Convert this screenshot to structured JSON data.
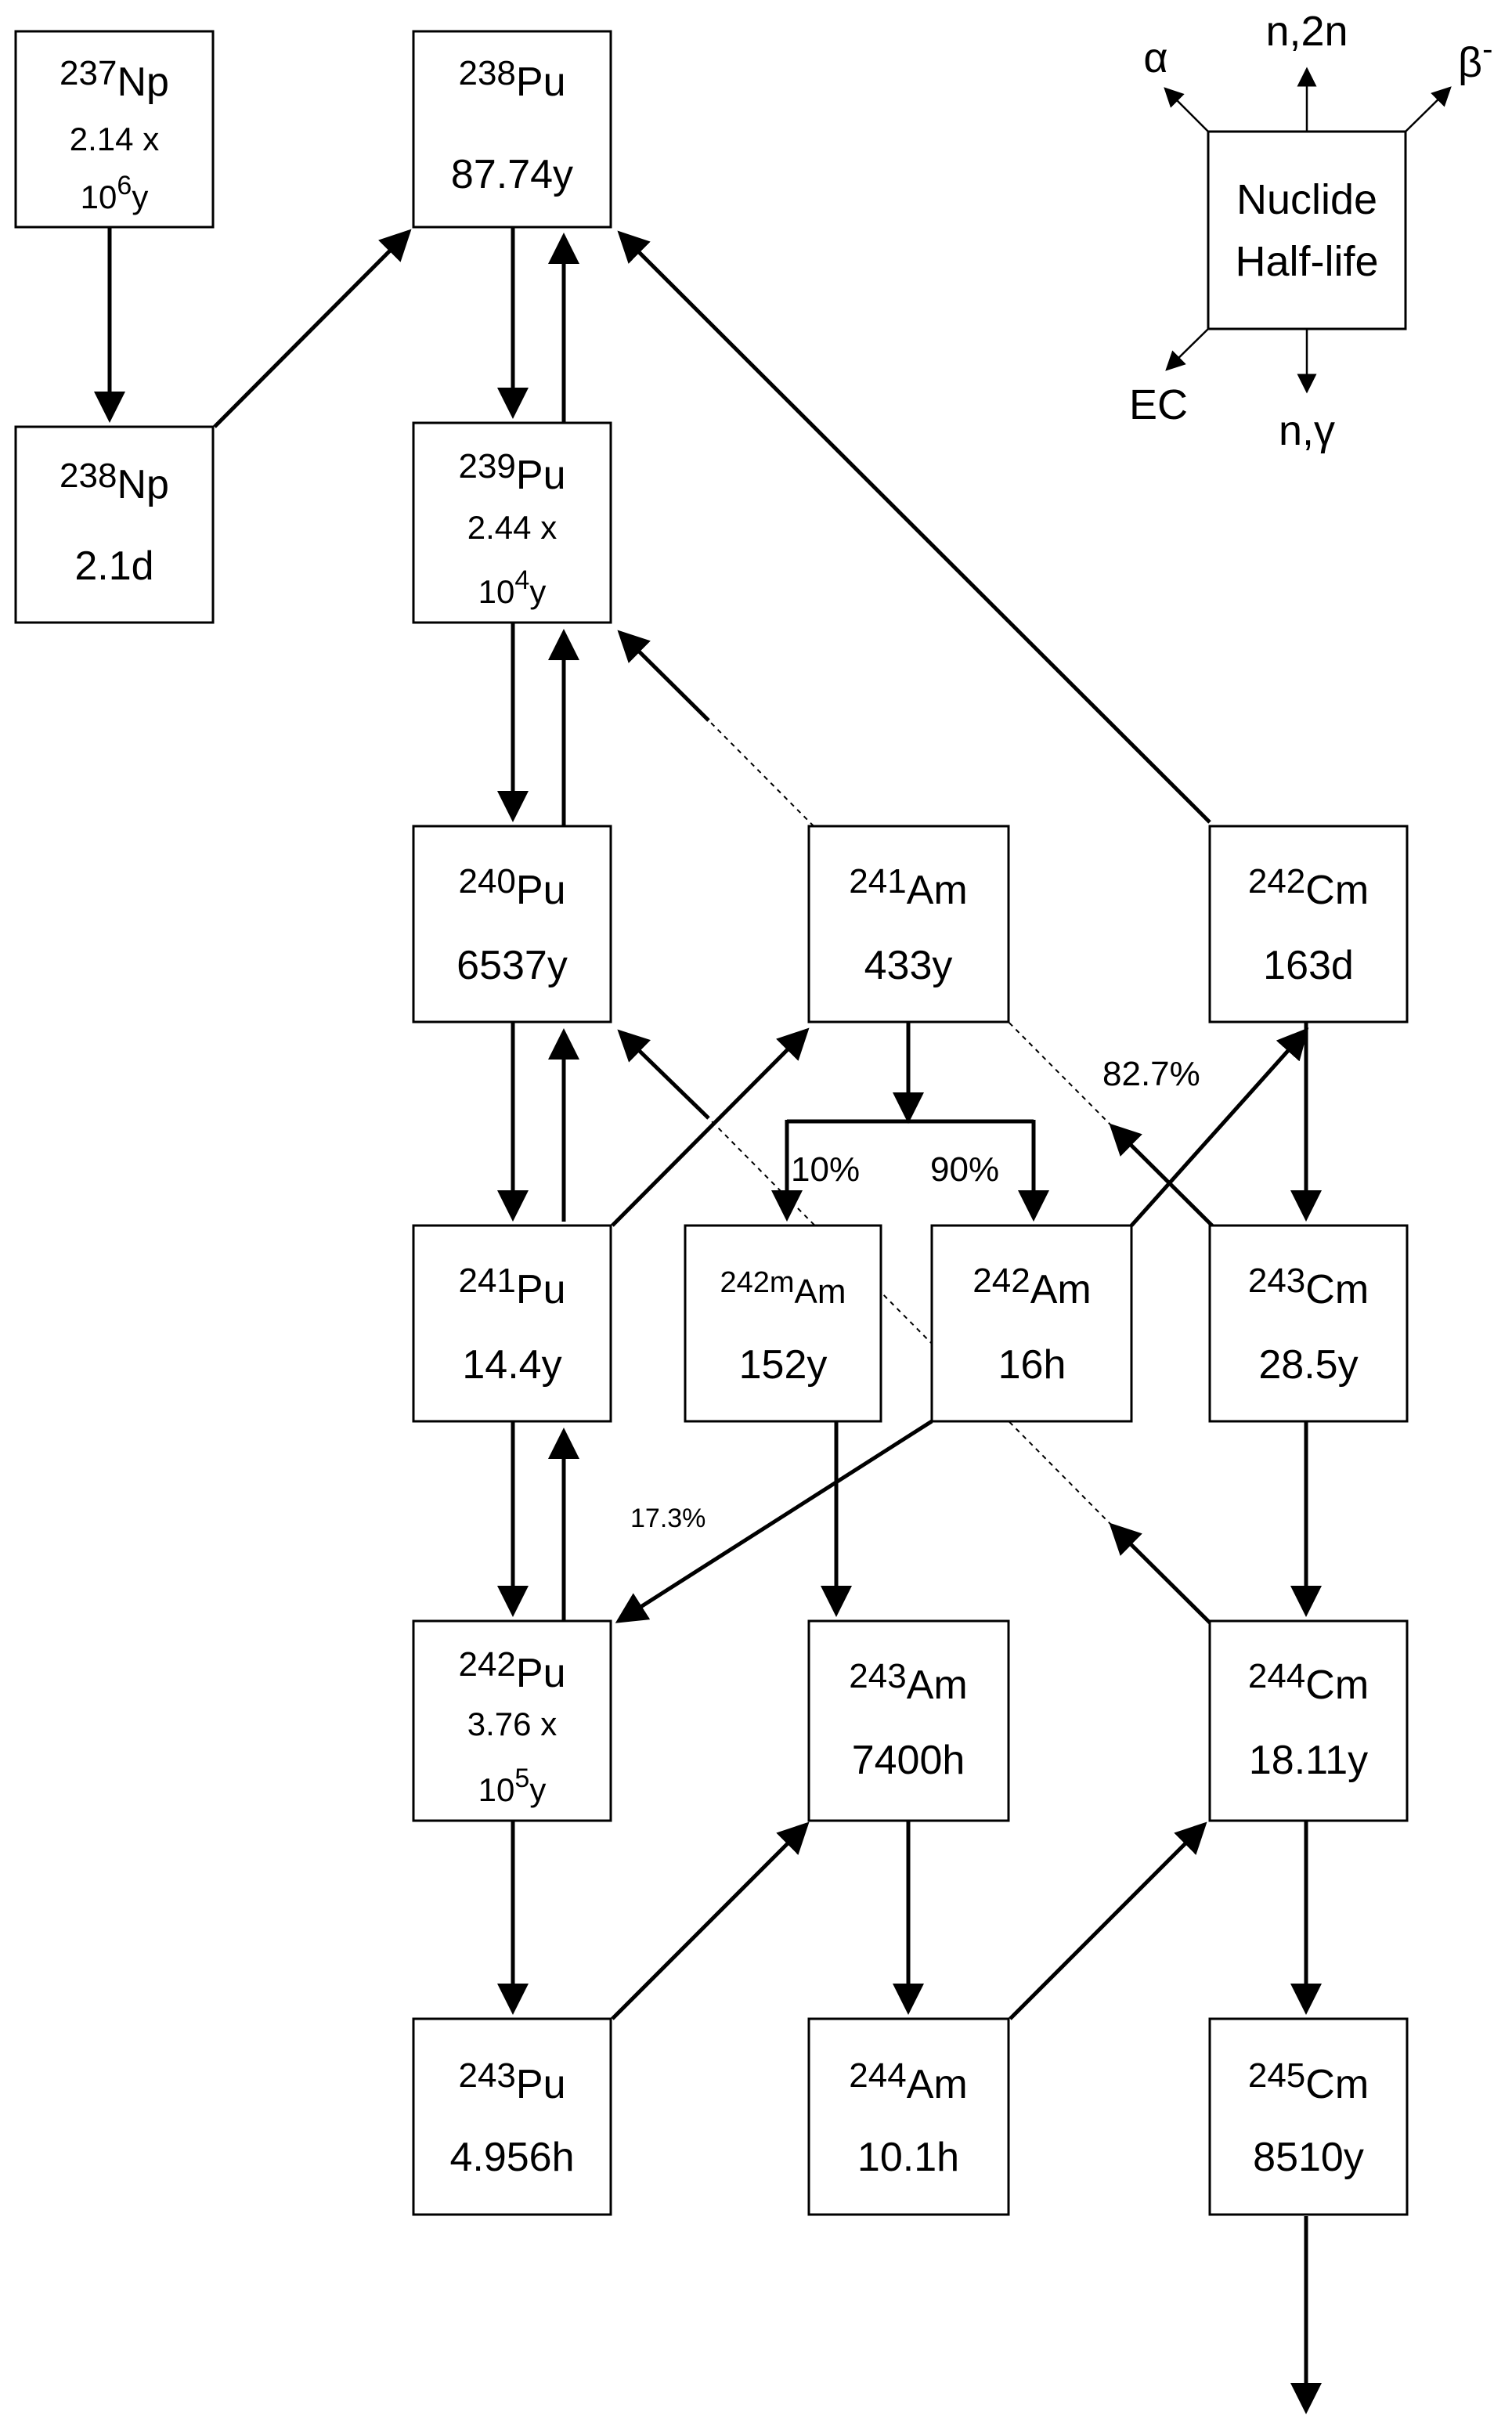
{
  "nuclides": {
    "np237": {
      "mass": "237",
      "symbol": "Np",
      "halflife_1": "2.14 x",
      "halflife_exp_base": "10",
      "halflife_exp": "6",
      "halflife_unit": "y"
    },
    "np238": {
      "mass": "238",
      "symbol": "Np",
      "halflife": "2.1d"
    },
    "pu238": {
      "mass": "238",
      "symbol": "Pu",
      "halflife": "87.74y"
    },
    "pu239": {
      "mass": "239",
      "symbol": "Pu",
      "halflife_1": "2.44 x",
      "halflife_exp_base": "10",
      "halflife_exp": "4",
      "halflife_unit": "y"
    },
    "pu240": {
      "mass": "240",
      "symbol": "Pu",
      "halflife": "6537y"
    },
    "pu241": {
      "mass": "241",
      "symbol": "Pu",
      "halflife": "14.4y"
    },
    "pu242": {
      "mass": "242",
      "symbol": "Pu",
      "halflife_1": "3.76 x",
      "halflife_exp_base": "10",
      "halflife_exp": "5",
      "halflife_unit": "y"
    },
    "pu243": {
      "mass": "243",
      "symbol": "Pu",
      "halflife": "4.956h"
    },
    "am241": {
      "mass": "241",
      "symbol": "Am",
      "halflife": "433y"
    },
    "am242m": {
      "mass": "242m",
      "symbol": "Am",
      "halflife": "152y"
    },
    "am242": {
      "mass": "242",
      "symbol": "Am",
      "halflife": "16h"
    },
    "am243": {
      "mass": "243",
      "symbol": "Am",
      "halflife": "7400h"
    },
    "am244": {
      "mass": "244",
      "symbol": "Am",
      "halflife": "10.1h"
    },
    "cm242": {
      "mass": "242",
      "symbol": "Cm",
      "halflife": "163d"
    },
    "cm243": {
      "mass": "243",
      "symbol": "Cm",
      "halflife": "28.5y"
    },
    "cm244": {
      "mass": "244",
      "symbol": "Cm",
      "halflife": "18.11y"
    },
    "cm245": {
      "mass": "245",
      "symbol": "Cm",
      "halflife": "8510y"
    }
  },
  "branching": {
    "am241_to_am242m": "10%",
    "am241_to_am242": "90%",
    "am242_to_cm242": "82.7%",
    "am242_to_pu242": "17.3%"
  },
  "legend": {
    "box_line_1": "Nuclide",
    "box_line_2": "Half-life",
    "alpha": "α",
    "n2n": "n,2n",
    "beta_minus": "β",
    "beta_minus_sup": "-",
    "ec": "EC",
    "ngamma": "n,γ"
  }
}
